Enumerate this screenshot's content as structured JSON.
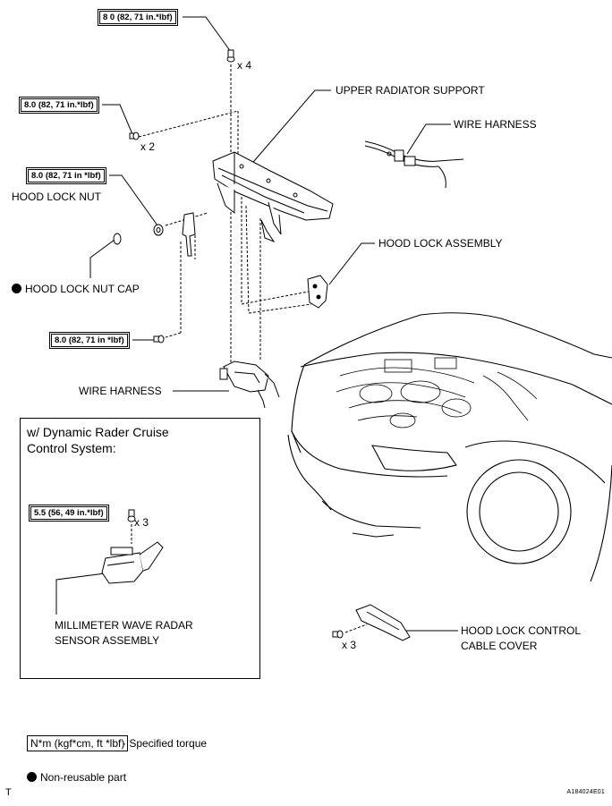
{
  "torque_labels": {
    "t1": "8 0 (82, 71 in.*lbf)",
    "t2": "8.0 (82, 71 in.*lbf)",
    "t3": "8.0 (82, 71 in *lbf)",
    "t4": "8.0 (82, 71 in *lbf)",
    "t5": "5.5 (56, 49 in.*lbf)"
  },
  "qty_labels": {
    "q1": "x 4",
    "q2": "x 2",
    "q3": "x 3",
    "q4": "x 3"
  },
  "part_labels": {
    "upper_radiator_support": "UPPER RADIATOR SUPPORT",
    "wire_harness_top": "WIRE HARNESS",
    "hood_lock_nut": "HOOD LOCK NUT",
    "hood_lock_assembly": "HOOD LOCK ASSEMBLY",
    "hood_lock_nut_cap": "HOOD LOCK NUT CAP",
    "wire_harness_mid": "WIRE HARNESS",
    "radar_sensor_line1": "MILLIMETER WAVE RADAR",
    "radar_sensor_line2": "SENSOR ASSEMBLY",
    "cable_cover_line1": "HOOD LOCK CONTROL",
    "cable_cover_line2": "CABLE COVER"
  },
  "inset": {
    "title_line1": "w/ Dynamic Rader Cruise",
    "title_line2": "Control System:"
  },
  "legend": {
    "torque_unit": "N*m (kgf*cm, ft *lbf)",
    "torque_text": "· Specified torque",
    "nonreusable_text": "Non-reusable part"
  },
  "corner_mark": "T",
  "figure_code": "A184024E01"
}
